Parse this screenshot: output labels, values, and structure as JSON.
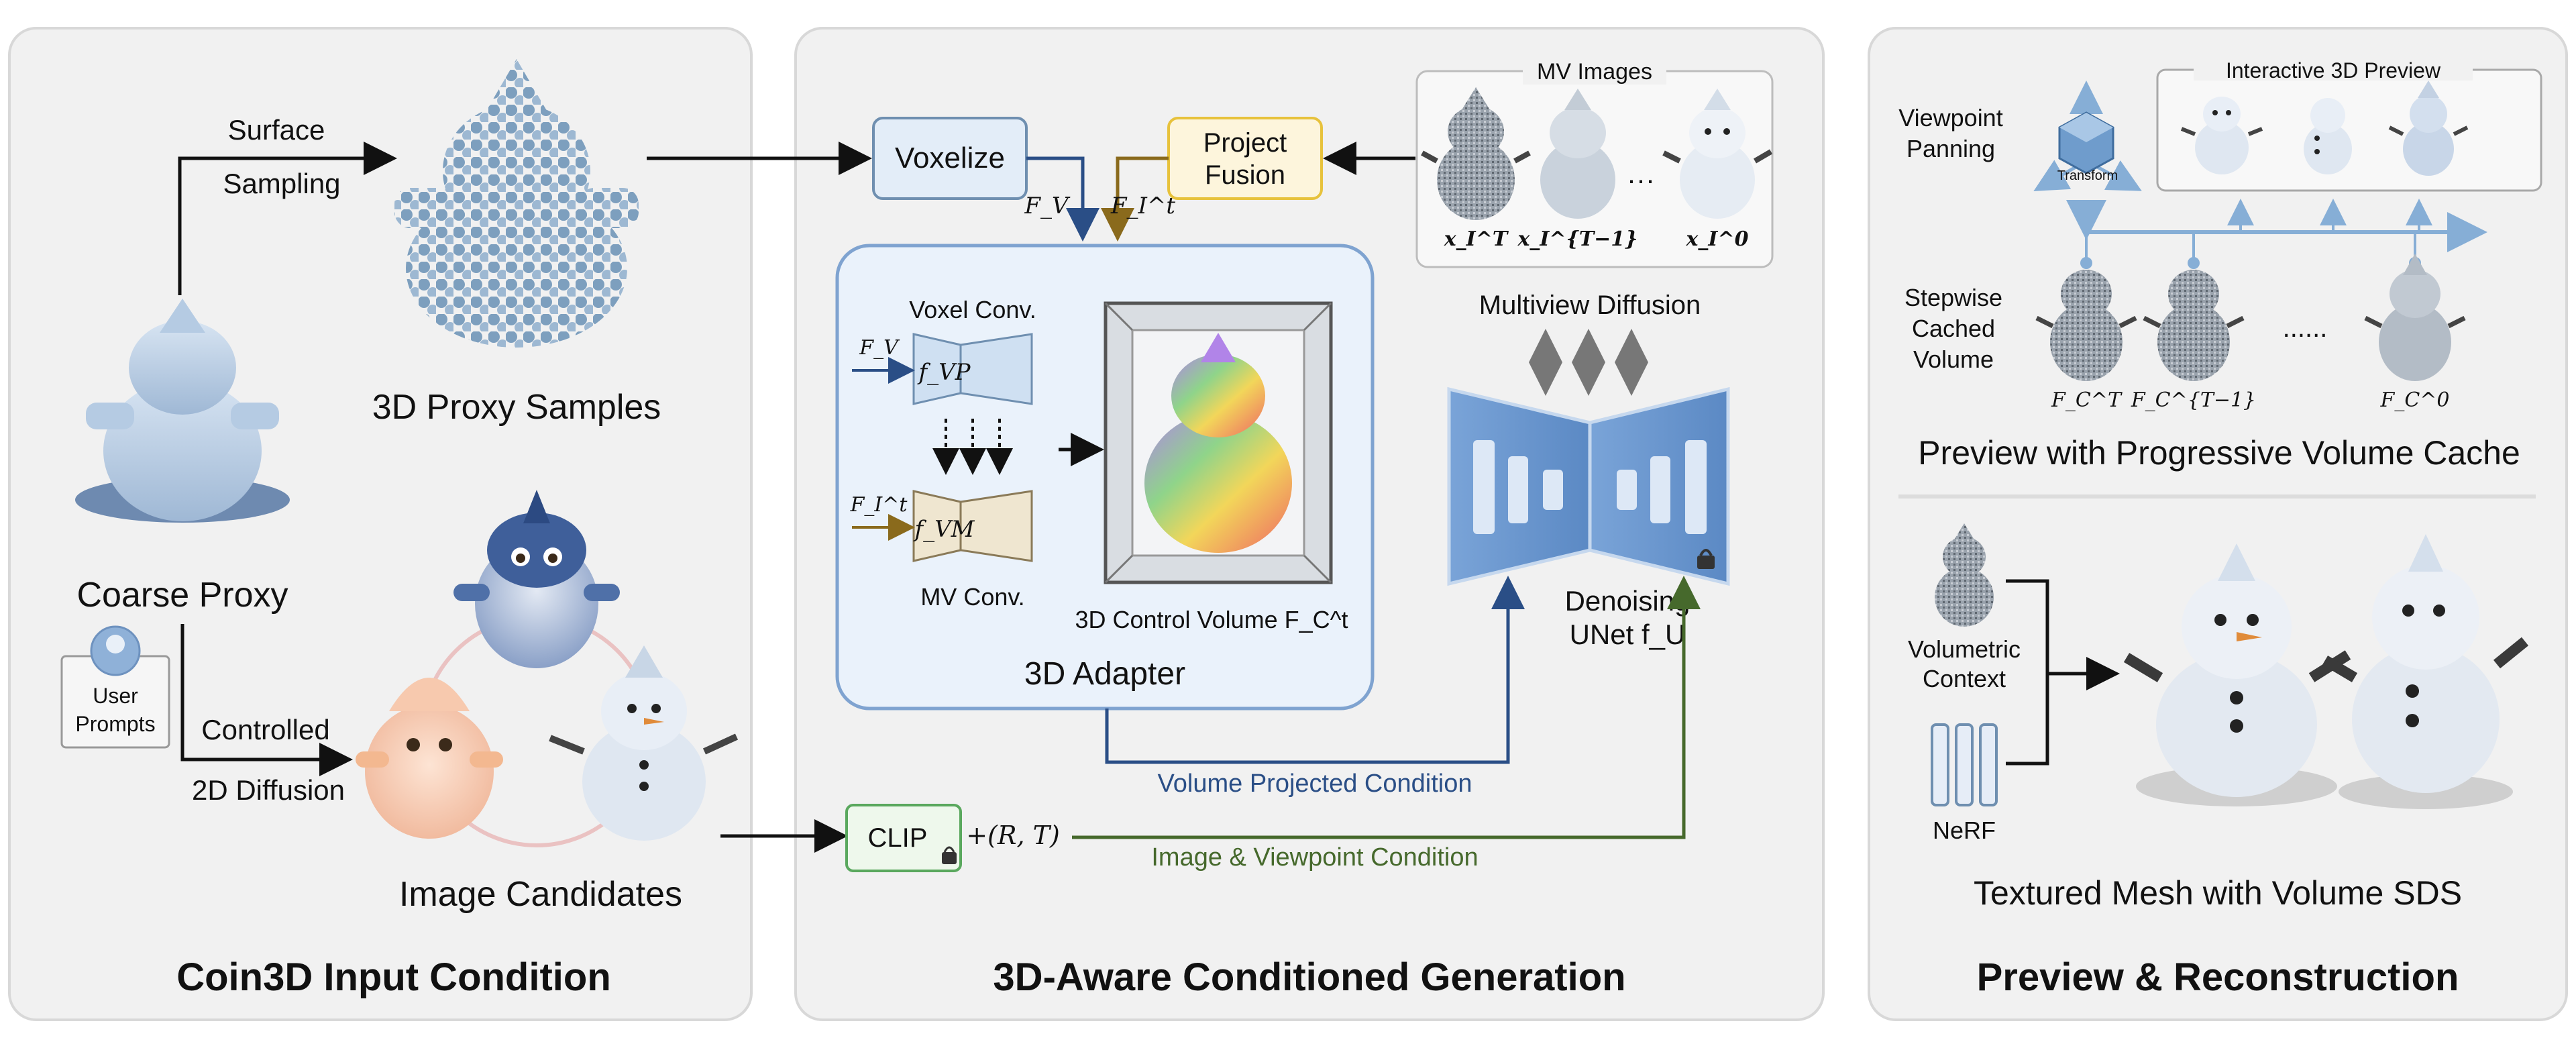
{
  "panels": {
    "left_title": "Coin3D Input Condition",
    "middle_title": "3D-Aware Conditioned Generation",
    "right_title": "Preview & Reconstruction"
  },
  "left": {
    "surface_label": "Surface",
    "sampling_label": "Sampling",
    "proxy_samples_label": "3D Proxy Samples",
    "coarse_proxy_label": "Coarse Proxy",
    "user_label": "User",
    "prompts_label": "Prompts",
    "controlled_label": "Controlled",
    "diffusion2d_label": "2D Diffusion",
    "image_candidates_label": "Image Candidates"
  },
  "middle": {
    "voxelize_label": "Voxelize",
    "project_label": "Project",
    "fusion_label": "Fusion",
    "fv_label": "F_V",
    "fit_label": "F_I^t",
    "mv_images_label": "MV Images",
    "x_labels": [
      "x_I^T",
      "x_I^{T−1}",
      "x_I^0"
    ],
    "dots": "···",
    "voxel_conv_label": "Voxel Conv.",
    "fvp_label": "f_VP",
    "fvm_label": "f_VM",
    "mv_conv_label": "MV Conv.",
    "adapter_label": "3D Adapter",
    "control_volume_label": "3D Control Volume F_C^t",
    "multiview_diffusion_label": "Multiview Diffusion",
    "denoising_label": "Denoising",
    "unet_label": "UNet f_U",
    "volume_condition_label": "Volume Projected Condition",
    "clip_label": "CLIP",
    "rt_label": "+(R, T)",
    "image_condition_label": "Image & Viewpoint Condition"
  },
  "right": {
    "viewpoint_label": "Viewpoint",
    "panning_label": "Panning",
    "transform_label": "Transform",
    "interactive_label": "Interactive 3D Preview",
    "stepwise_label": "Stepwise",
    "cached_label": "Cached",
    "volume_label": "Volume",
    "fc_labels": [
      "F_C^T",
      "F_C^{T−1}",
      "F_C^0"
    ],
    "dots": "......",
    "preview_caption": "Preview with Progressive Volume Cache",
    "volumetric_label": "Volumetric",
    "context_label": "Context",
    "nerf_label": "NeRF",
    "mesh_caption": "Textured Mesh with Volume SDS"
  },
  "colors": {
    "panel_bg": "#f1f1f1",
    "panel_border": "#d8d8d8",
    "adapter_bg": "#eaf2fb",
    "adapter_border": "#7fa3d0",
    "unet_blue": "#6d98cf",
    "condition_blue": "#2a4e86",
    "condition_green": "#46692c",
    "project_border": "#e7c23c",
    "clip_border": "#5aa85e"
  }
}
